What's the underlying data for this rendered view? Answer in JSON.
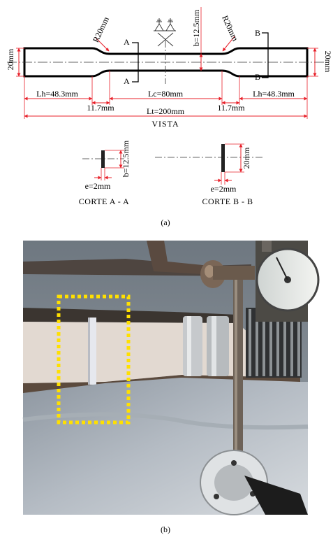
{
  "drawing": {
    "vista": {
      "dims": {
        "r_left": "R20mm",
        "r_right": "R20mm",
        "b": "b=12.5mm",
        "h_left": "20mm",
        "h_right": "20mm",
        "lh_left": "Lh=48.3mm",
        "lh_right": "Lh=48.3mm",
        "lc": "Lc=80mm",
        "gap_left": "11.7mm",
        "gap_right": "11.7mm",
        "lt": "Lt=200mm"
      },
      "section_marks": {
        "a_top": "A",
        "a_bottom": "A",
        "b_top": "B",
        "b_bottom": "B"
      },
      "label": "VISTA"
    },
    "section_a": {
      "thickness": "e=2mm",
      "width": "b=12.5mm",
      "label": "CORTE A - A"
    },
    "section_b": {
      "thickness": "e=2mm",
      "width": "20mm",
      "label": "CORTE B - B"
    }
  },
  "captions": {
    "a": "(a)",
    "b": "(b)"
  },
  "colors": {
    "dimension": "#e8202a",
    "outline": "#000000",
    "highlight": "#ffe000"
  }
}
